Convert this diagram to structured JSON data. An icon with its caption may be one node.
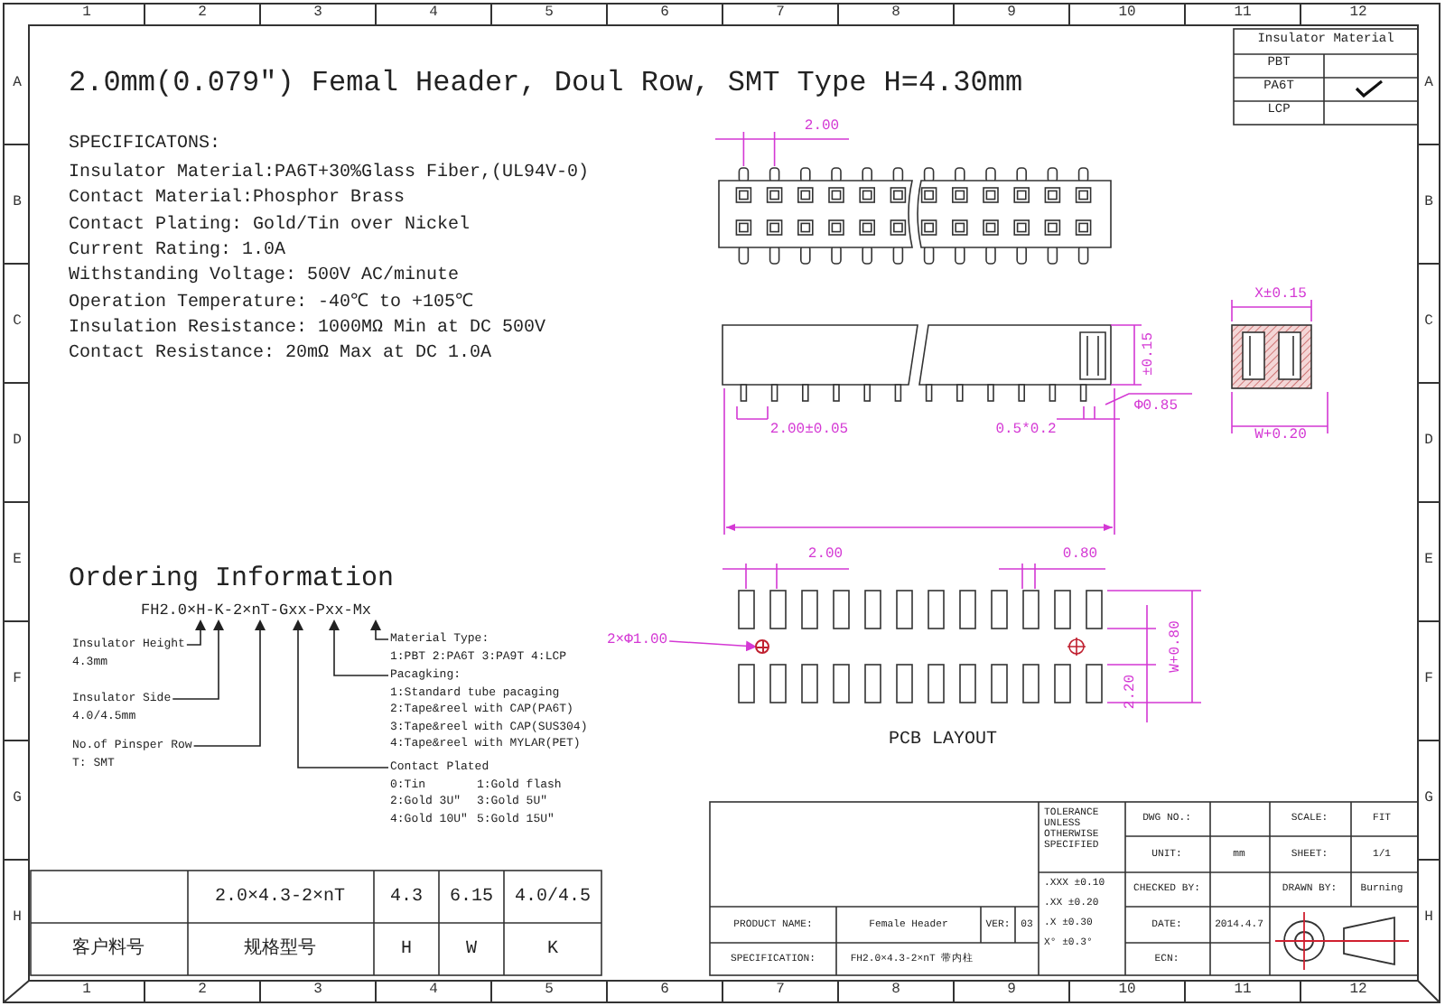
{
  "diagram": {
    "title": "2.0mm(0.079″) Femal Header, Doul Row, SMT Type H=4.30mm",
    "nodes": [
      {
        "text": [
          "FH2.0×H-K-2×nT-Gxx-Pxx-Mx"
        ]
      },
      {
        "text": [
          "Insulator Height",
          "4.3mm"
        ]
      },
      {
        "text": [
          "Insulator Side",
          "4.0/4.5mm"
        ]
      },
      {
        "text": [
          "No.of Pinsper Row",
          "T: SMT"
        ]
      },
      {
        "text": [
          "Material Type:",
          "1:PBT 2:PA6T 3:PA9T 4:LCP"
        ]
      },
      {
        "text": [
          "Pacagking:",
          "1:Standard tube pacaging",
          "2:Tape&reel with CAP(PA6T)",
          "3:Tape&reel with CAP(SUS304)",
          "4:Tape&reel with MYLAR(PET)"
        ]
      },
      {
        "text": [
          "Contact Plated",
          "0:Tin",
          "1:Gold flash",
          "2:Gold 3U″",
          "3:Gold 5U″",
          "4:Gold 10U″",
          "5:Gold 15U″"
        ]
      },
      {
        "text": [
          "2×Φ1.00"
        ]
      },
      {
        "text": [],
        "shape": "circle"
      }
    ],
    "edges": [
      {
        "from": 1,
        "to": 0,
        "arrow": "to"
      },
      {
        "from": 2,
        "to": 0,
        "arrow": "to"
      },
      {
        "from": 3,
        "to": 0,
        "arrow": "to"
      },
      {
        "from": 4,
        "to": 0,
        "arrow": "to"
      },
      {
        "from": 5,
        "to": 0,
        "arrow": "to"
      },
      {
        "from": 6,
        "to": 0,
        "arrow": "to"
      },
      {
        "from": 7,
        "to": 8,
        "arrow": "to",
        "color": "#d438d4"
      }
    ],
    "labels": [
      "1",
      "2",
      "3",
      "4",
      "5",
      "6",
      "7",
      "8",
      "9",
      "10",
      "11",
      "12",
      "A",
      "B",
      "C",
      "D",
      "E",
      "F",
      "G",
      "H",
      "A",
      "B",
      "C",
      "D",
      "E",
      "F",
      "G",
      "H",
      "1",
      "2",
      "3",
      "4",
      "5",
      "6",
      "7",
      "8",
      "9",
      "10",
      "11",
      "12",
      "SPECIFICATONS:",
      "Insulator Material:PA6T+30%Glass Fiber,(UL94V-0)",
      "Contact Material:Phosphor Brass",
      "Contact Plating: Gold/Tin over Nickel",
      "Current Rating: 1.0A",
      "Withstanding Voltage: 500V AC/minute",
      "Operation Temperature: -40℃ to +105℃",
      "Insulation Resistance: 1000MΩ Min at DC 500V",
      "Contact Resistance: 20mΩ Max at DC 1.0A",
      "Insulator Material",
      "PBT",
      "PA6T",
      "LCP",
      "2.00",
      "X±0.15",
      "±0.15",
      "2.00±0.05",
      "0.5*0.2",
      "Φ0.85",
      "W+0.20",
      "2.00",
      "0.80",
      "W+0.80",
      "2.20",
      "PCB LAYOUT",
      "Ordering Information",
      "2.0×4.3-2×nT",
      "4.3",
      "6.15",
      "4.0/4.5",
      "客户料号",
      "规格型号",
      "H",
      "W",
      "K",
      "TOLERANCE UNLESS OTHERWISE SPECIFIED",
      "DWG NO.:",
      "SCALE:",
      "FIT",
      "UNIT:",
      "mm",
      "SHEET:",
      "1/1",
      "CHECKED BY:",
      "DRAWN BY:",
      "Burning",
      ".XXX ±0.10",
      ".XX ±0.20",
      ".X ±0.30",
      "X° ±0.3°",
      "PRODUCT NAME:",
      "Female Header",
      "VER:",
      "03",
      "DATE:",
      "2014.4.7",
      "SPECIFICATION:",
      "FH2.0×4.3-2×nT 带内柱",
      "ECN:"
    ]
  }
}
